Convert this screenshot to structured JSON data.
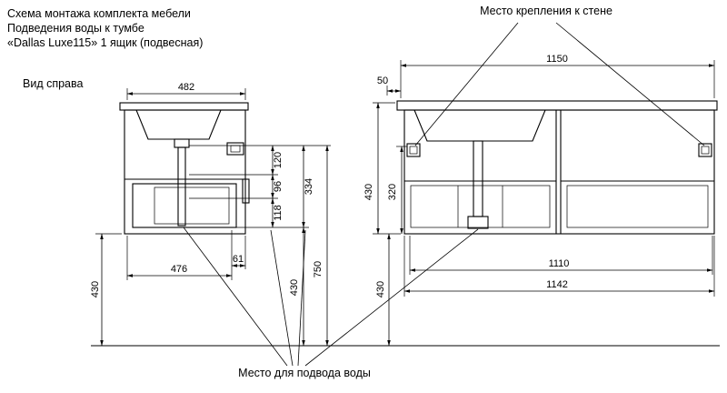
{
  "title": {
    "line1": "Схема монтажа комплекта мебели",
    "line2": "Подведения воды к тумбе",
    "line3": "«Dallas Luxe115» 1 ящик (подвесная)"
  },
  "labels": {
    "side_view": "Вид справа",
    "wall_mount": "Место крепления к стене",
    "water_supply": "Место для подвода воды"
  },
  "dimensions": {
    "side_top_width": "482",
    "side_bottom_width": "476",
    "side_front_offset": "61",
    "side_hang_height": "430",
    "chain_1": "120",
    "chain_2": "96",
    "chain_3": "118",
    "chain_total": "334",
    "side_total_height": "750",
    "side_inlet_height": "430",
    "front_top_width": "1150",
    "front_wall_offset": "50",
    "front_height": "430",
    "front_inner_height": "320",
    "front_inner_width": "1110",
    "front_body_width": "1142",
    "front_hang_height": "430"
  },
  "colors": {
    "line": "#000000",
    "background": "#ffffff"
  }
}
